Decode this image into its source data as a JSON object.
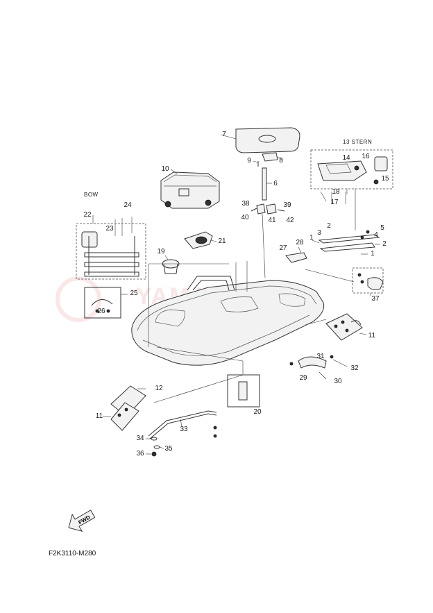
{
  "section_labels": {
    "bow": "BOW",
    "stern": "13  STERN"
  },
  "diagram_code": "F2K3110-M280",
  "fwd_label": "FWD",
  "watermark": "YAMAHOP.PL",
  "part_labels": [
    {
      "id": "p7",
      "text": "7"
    },
    {
      "id": "p9",
      "text": "9"
    },
    {
      "id": "p8",
      "text": "8"
    },
    {
      "id": "p10",
      "text": "10"
    },
    {
      "id": "p6",
      "text": "6"
    },
    {
      "id": "p14",
      "text": "14"
    },
    {
      "id": "p16",
      "text": "16"
    },
    {
      "id": "p15",
      "text": "15"
    },
    {
      "id": "p18",
      "text": "18"
    },
    {
      "id": "p17",
      "text": "17"
    },
    {
      "id": "p22",
      "text": "22"
    },
    {
      "id": "p24",
      "text": "24"
    },
    {
      "id": "p23",
      "text": "23"
    },
    {
      "id": "p38",
      "text": "38"
    },
    {
      "id": "p39",
      "text": "39"
    },
    {
      "id": "p40",
      "text": "40"
    },
    {
      "id": "p41",
      "text": "41"
    },
    {
      "id": "p42",
      "text": "42"
    },
    {
      "id": "p5",
      "text": "5"
    },
    {
      "id": "p2a",
      "text": "2"
    },
    {
      "id": "p3",
      "text": "3"
    },
    {
      "id": "p4",
      "text": "4"
    },
    {
      "id": "p1a",
      "text": "1"
    },
    {
      "id": "p2b",
      "text": "2"
    },
    {
      "id": "p1b",
      "text": "1"
    },
    {
      "id": "p21",
      "text": "21"
    },
    {
      "id": "p28",
      "text": "28"
    },
    {
      "id": "p27",
      "text": "27"
    },
    {
      "id": "p19",
      "text": "19"
    },
    {
      "id": "p25",
      "text": "25"
    },
    {
      "id": "p26",
      "text": "26"
    },
    {
      "id": "p37",
      "text": "37"
    },
    {
      "id": "p11a",
      "text": "11"
    },
    {
      "id": "p31",
      "text": "31"
    },
    {
      "id": "p32",
      "text": "32"
    },
    {
      "id": "p29",
      "text": "29"
    },
    {
      "id": "p30",
      "text": "30"
    },
    {
      "id": "p12",
      "text": "12"
    },
    {
      "id": "p11b",
      "text": "11"
    },
    {
      "id": "p20",
      "text": "20"
    },
    {
      "id": "p33",
      "text": "33"
    },
    {
      "id": "p34",
      "text": "34"
    },
    {
      "id": "p35",
      "text": "35"
    },
    {
      "id": "p36",
      "text": "36"
    }
  ]
}
